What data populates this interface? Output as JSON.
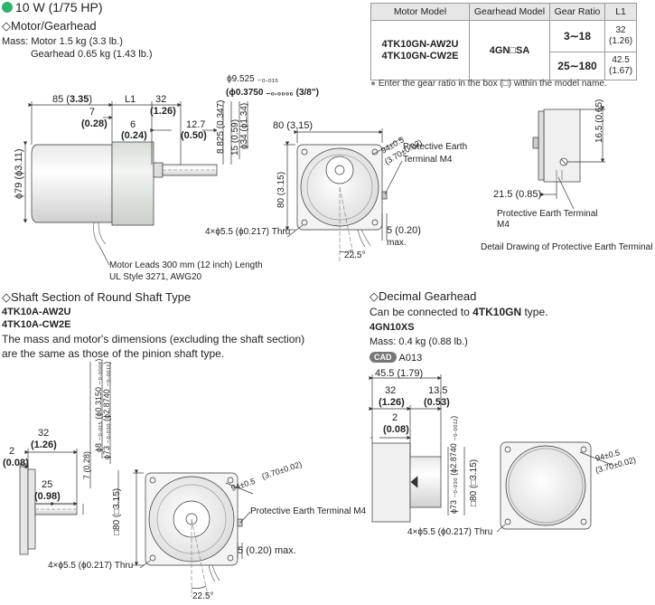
{
  "accent_color": "#2db36b",
  "header": {
    "title": "10 W (1/75 HP)"
  },
  "motor_gearhead": {
    "heading": "◇Motor/Gearhead",
    "mass_motor": "Mass: Motor 1.5 kg (3.3 lb.)",
    "mass_gearhead": "Gearhead 0.65 kg (1.43 lb.)"
  },
  "spec_table": {
    "headers": [
      "Motor Model",
      "Gearhead Model",
      "Gear Ratio",
      "L1"
    ],
    "motor_model_1": "4TK10GN-AW2U",
    "motor_model_2": "4TK10GN-CW2E",
    "gearhead_model": "4GN□SA",
    "rows": [
      {
        "ratio": "3∼18",
        "l1": "32",
        "l1_in": "(1.26)"
      },
      {
        "ratio": "25∼180",
        "l1": "42.5",
        "l1_in": "(1.67)"
      }
    ],
    "note": "Enter the gear ratio in the box (□) within the model name."
  },
  "dims_main": {
    "d85": "85 (",
    "d85b": "3.35",
    "dL1": "L1",
    "d32": "32",
    "d32b": "(1.26)",
    "d7": "7",
    "d7b": "(0.28)",
    "d6": "6",
    "d6b": "(0.24)",
    "d127": "12.7",
    "d127b": "(0.50)",
    "phi9525": "ϕ9.525 ₋₀.₀₁₅",
    "phi9525_top": "0",
    "phi3750": "(ϕ0.3750 ₋₀.₀₀₀₆",
    "phi3750b": "(3/8\")",
    "d8825": "8.825 (0.347)",
    "d15": "15 (0.59)",
    "phi34": "ϕ34 (ϕ1.34)",
    "phi79": "ϕ79 (ϕ3.11)",
    "d80": "80 (3.15)",
    "d80v": "80 (3.15)",
    "d94": "94±0.5",
    "d370": "(3.70±0.02)",
    "pe1": "Protective Earth",
    "pe2": "Terminal M4",
    "thru": "4×ϕ5.5 (ϕ0.217) Thru",
    "d5": "5 (0.20)",
    "max": "max.",
    "angle": "22.5°",
    "leads1": "Motor Leads 300 mm (12 inch) Length",
    "leads2": "UL Style 3271, AWG20"
  },
  "detail": {
    "d165": "16.5 (0.65)",
    "d215": "21.5 (0.85)",
    "pe1": "Protective Earth Terminal",
    "pe2": "M4",
    "caption": "Detail Drawing of Protective Earth Terminal"
  },
  "shaft_section": {
    "heading": "◇Shaft Section of Round Shaft Type",
    "model1": "4TK10A-AW2U",
    "model2": "4TK10A-CW2E",
    "desc1": "The mass and motor's dimensions (excluding the shaft section)",
    "desc2": "are the same as those of the pinion shaft type.",
    "d32": "32",
    "d32b": "(1.26)",
    "d2": "2",
    "d2b": "(0.08)",
    "d25": "25",
    "d25b": "(0.98)",
    "d7": "7 (0.28)",
    "phi8": "ϕ8 ₋₀.₀₁₅ (ϕ0.3150 ₋₀.₀₀₀₆)",
    "phi73": "ϕ73 ₋₀.₀₃₀ (ϕ2.8740 ₋₀.₀₀₁₂)",
    "sq80": "□80 (□3.15)",
    "d94": "94±0.5",
    "d370": "(3.70±0.02)",
    "pe": "Protective Earth Terminal M4",
    "d5": "5 (0.20) max.",
    "thru": "4×ϕ5.5 (ϕ0.217) Thru",
    "angle": "22.5°"
  },
  "decimal": {
    "heading": "◇Decimal Gearhead",
    "connect_prefix": "Can be connected to ",
    "connect_model": "4TK10GN",
    "connect_suffix": " type.",
    "model": "4GN10XS",
    "mass": "Mass: 0.4 kg (0.88 lb.)",
    "cad": "CAD",
    "cad_id": "A013",
    "d455": "45.5 (1.79)",
    "d32": "32",
    "d32b": "(1.26)",
    "d135": "13.5",
    "d135b": "(0.53)",
    "d2": "2",
    "d2b": "(0.08)",
    "phi73": "ϕ73 ₋₀.₀₃₀ (ϕ2.8740 ₋₀.₀₀₁₂)",
    "sq80": "□80 (□3.15)",
    "d94": "94±0.5",
    "d370": "(3.70±0.02)",
    "thru": "4×ϕ5.5 (ϕ0.217) Thru"
  }
}
